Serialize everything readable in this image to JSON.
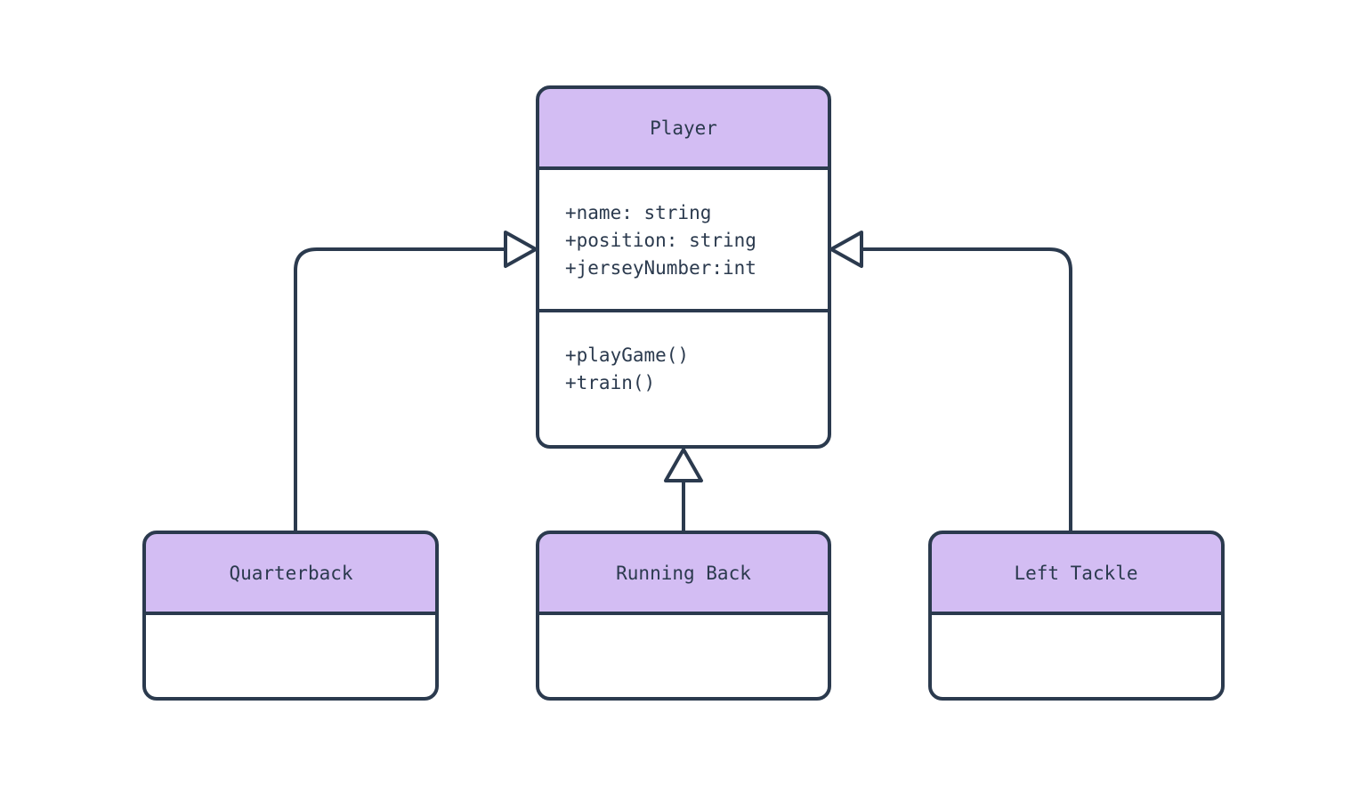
{
  "colors": {
    "stroke": "#2b3a4e",
    "header_fill": "#d3bdf3",
    "body_fill": "#ffffff"
  },
  "classes": {
    "player": {
      "name": "Player",
      "attributes": [
        "+name: string",
        "+position: string",
        "+jerseyNumber:int"
      ],
      "methods": [
        "+playGame()",
        "+train()"
      ]
    },
    "quarterback": {
      "name": "Quarterback"
    },
    "running_back": {
      "name": "Running Back"
    },
    "left_tackle": {
      "name": "Left Tackle"
    }
  },
  "relationships": [
    {
      "from": "Quarterback",
      "to": "Player",
      "type": "inheritance"
    },
    {
      "from": "Running Back",
      "to": "Player",
      "type": "inheritance"
    },
    {
      "from": "Left Tackle",
      "to": "Player",
      "type": "inheritance"
    }
  ]
}
